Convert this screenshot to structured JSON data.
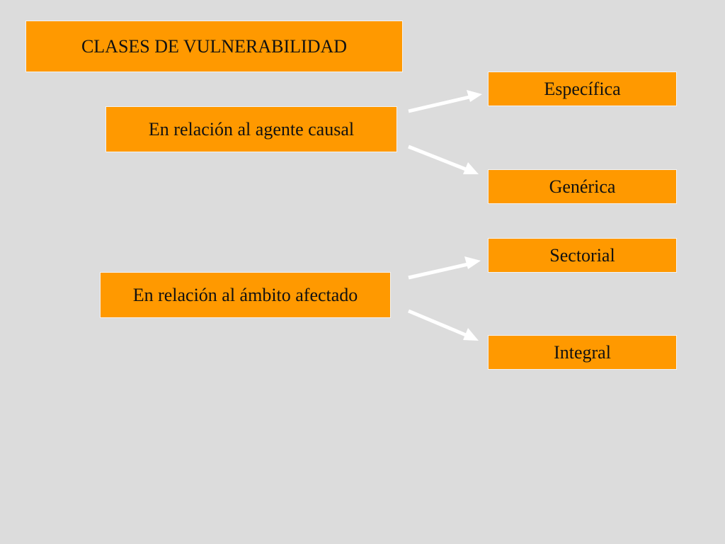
{
  "diagram": {
    "title": "CLASES DE VULNERABILIDAD",
    "categories": [
      {
        "label": "En relación al agente causal",
        "types": [
          "Específica",
          "Genérica"
        ]
      },
      {
        "label": "En relación al ámbito afectado",
        "types": [
          "Sectorial",
          "Integral"
        ]
      }
    ]
  },
  "colors": {
    "background": "#dcdcdc",
    "box_fill": "#ff9900",
    "arrow": "#ffffff",
    "text": "#111111"
  }
}
